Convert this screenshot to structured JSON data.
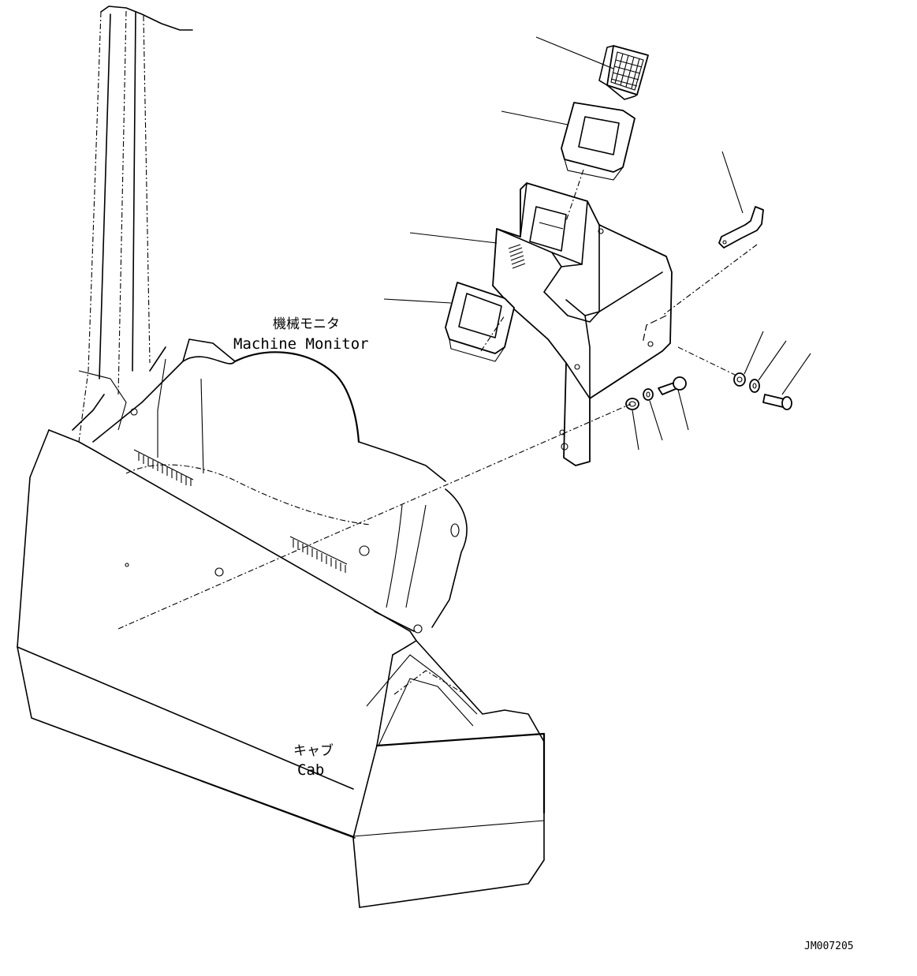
{
  "labels": {
    "monitor_ja": "機械モニタ",
    "monitor_en": "Machine Monitor",
    "cab_ja": "キャブ",
    "cab_en": "Cab",
    "drawing_code": "JM007205"
  }
}
